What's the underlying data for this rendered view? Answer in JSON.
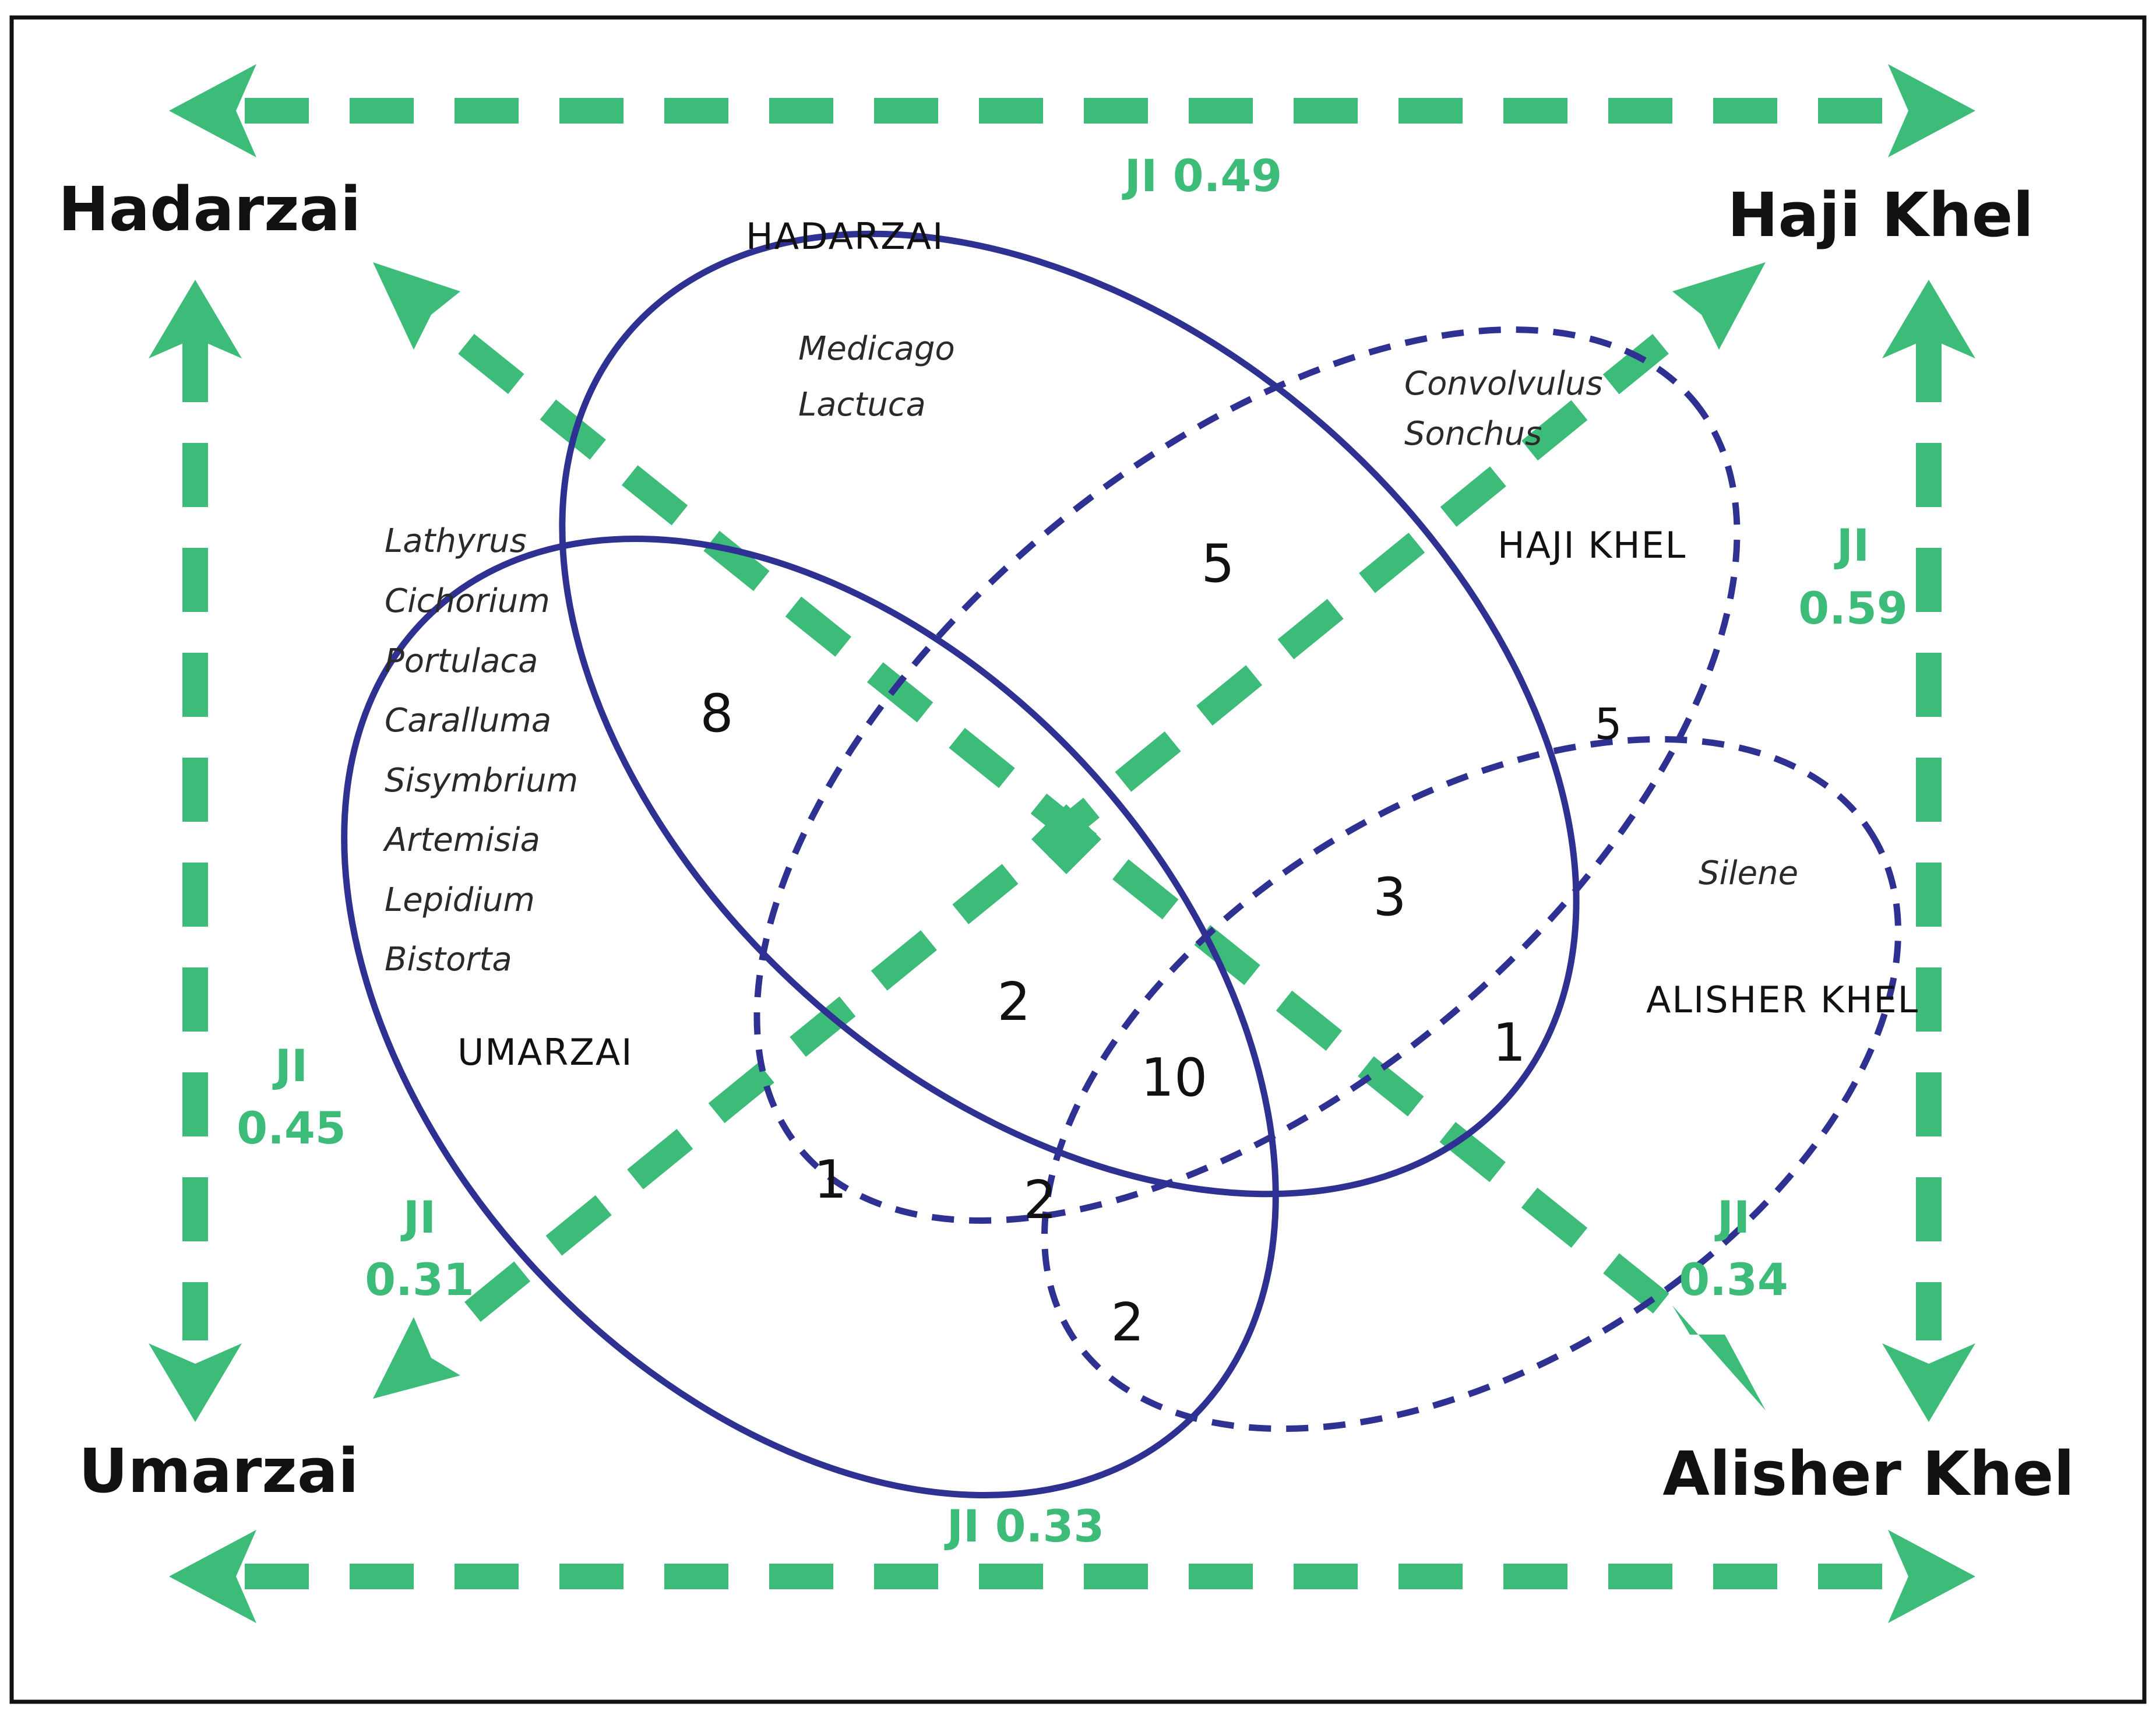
{
  "colors": {
    "venn_stroke": "#2e3192",
    "ji_green": "#3dbb78",
    "text": "#111111",
    "frame": "#111111"
  },
  "corners": {
    "top_left": "Hadarzai",
    "top_right": "Haji Khel",
    "bottom_left": "Umarzai",
    "bottom_right": "Alisher Khel"
  },
  "sets": {
    "hadarzai": "HADARZAI",
    "haji_khel": "HAJI KHEL",
    "umarzai": "UMARZAI",
    "alisher_khel": "ALISHER KHEL"
  },
  "genera": {
    "hadarzai": [
      "Medicago",
      "Lactuca"
    ],
    "haji_khel": [
      "Convolvulus",
      "Sonchus"
    ],
    "umarzai": [
      "Lathyrus",
      "Cichorium",
      "Portulaca",
      "Caralluma",
      "Sisymbrium",
      "Artemisia",
      "Lepidium",
      "Bistorta"
    ],
    "alisher_khel": [
      "Silene"
    ]
  },
  "counts": {
    "hadarzai_hajikhel": "5",
    "hadarzai_umarzai": "8",
    "hadarzai_hajikhel_alisher": "5",
    "hadarzai_hajikhel_alisher_b": "3",
    "hadarzai_umarzai_hajikhel": "2",
    "all_four": "10",
    "hadarzai_alisher": "1",
    "umarzai_hajikhel": "1",
    "umarzai_hajikhel_alisher": "2",
    "umarzai_alisher": "2"
  },
  "jaccard": {
    "top_label": "JI 0.49",
    "right_label": "JI",
    "right_value": "0.59",
    "left_label": "JI",
    "left_value": "0.45",
    "diag_bl_label": "JI",
    "diag_bl_value": "0.31",
    "diag_br_label": "JI",
    "diag_br_value": "0.34",
    "bottom_label": "JI 0.33"
  }
}
